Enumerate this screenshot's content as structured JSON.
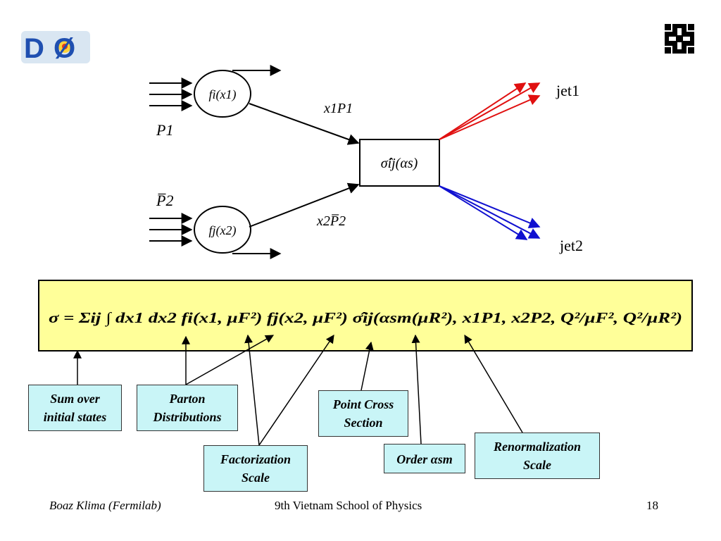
{
  "diagram": {
    "beam1": "P1",
    "beam2": "P̅2",
    "pdf1": "fi(x1)",
    "pdf2": "fj(x2)",
    "momentum1": "x1P1",
    "momentum2": "x2P̅2",
    "hard_process": "σ̂ij(αs)",
    "jet1": "jet1",
    "jet2": "jet2"
  },
  "formula": "σ = Σij ∫ dx1 dx2 fi(x1, μF²) fj(x2, μF²) σ̂ij(αsm(μR²), x1P1, x2P2, Q²/μF², Q²/μR²)",
  "notes": {
    "sum_initial_states": [
      "Sum over",
      "initial states"
    ],
    "parton_distributions": [
      "Parton",
      "Distributions"
    ],
    "point_cross_section": [
      "Point Cross",
      "Section"
    ],
    "factorization_scale": [
      "Factorization",
      "Scale"
    ],
    "order_alpha": "Order αsm",
    "renormalization_scale": [
      "Renormalization",
      "Scale"
    ]
  },
  "footer": {
    "author": "Boaz Klima (Fermilab)",
    "event": "9th Vietnam School of Physics",
    "page": "18"
  },
  "colors": {
    "jet1_arrows": "#e01010",
    "jet2_arrows": "#1010d0",
    "formula_box": "#ffff99",
    "note_box": "#c9f5f7"
  },
  "icons": [
    "d0-logo",
    "fermilab-logo"
  ]
}
